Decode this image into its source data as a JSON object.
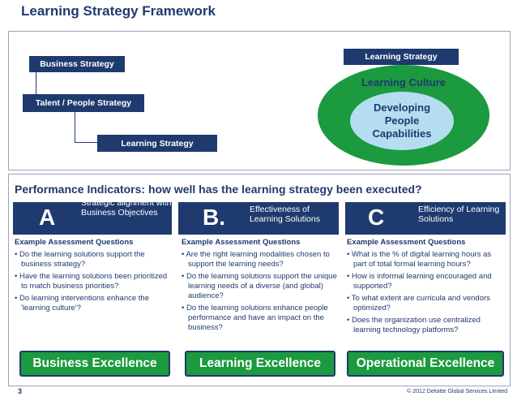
{
  "title": "Learning Strategy Framework",
  "top": {
    "business_strategy": "Business Strategy",
    "talent_strategy": "Talent / People Strategy",
    "learning_strategy": "Learning Strategy",
    "right_learning_strategy": "Learning Strategy",
    "learning_culture": "Learning Culture",
    "developing": [
      "Developing",
      "People",
      "Capabilities"
    ]
  },
  "performance_title": "Performance Indicators: how well has the learning strategy been executed?",
  "pillars": [
    {
      "letter": "A",
      "heading": "Strategic alignment with Business Objectives",
      "questions_header": "Example Assessment Questions",
      "questions": [
        "• Do the learning solutions support the business strategy?",
        "• Have the learning solutions been prioritized to match business priorities?",
        "• Do learning interventions enhance the 'learning culture'?"
      ],
      "excellence": "Business Excellence"
    },
    {
      "letter": "B.",
      "heading": "Effectiveness of Learning Solutions",
      "questions_header": "Example Assessment Questions",
      "questions": [
        "• Are the right learning modalities chosen to support the learning needs?",
        "• Do the learning solutions support the unique learning needs of a diverse (and global) audience?",
        "• Do the learning solutions enhance people performance and have an impact on the business?"
      ],
      "excellence": "Learning Excellence"
    },
    {
      "letter": "C",
      "heading": "Efficiency of Learning Solutions",
      "questions_header": "Example Assessment Questions",
      "questions": [
        "• What is the % of digital learning hours as part of total formal learning hours?",
        "• How is informal learning encouraged and supported?",
        "• To what extent are curricula and vendors optimized?",
        "• Does the organization use centralized learning technology platforms?"
      ],
      "excellence": "Operational Excellence"
    }
  ],
  "footer": {
    "page_number": "3",
    "copyright": "© 2012 Deloitte Global Services Limited"
  },
  "colors": {
    "navy": "#1f3a6e",
    "green": "#1b9a3f",
    "light_blue": "#b5ddf2"
  }
}
